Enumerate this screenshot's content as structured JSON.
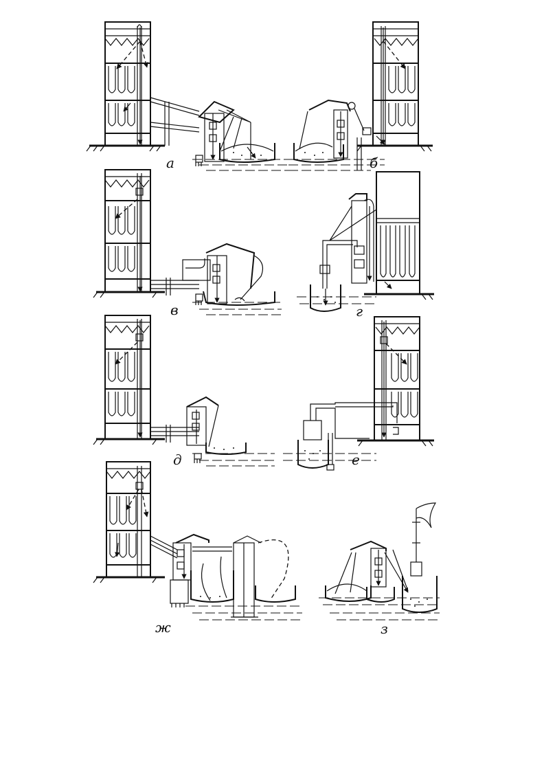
{
  "panels": [
    {
      "id": "a",
      "label": "а"
    },
    {
      "id": "b",
      "label": "б"
    },
    {
      "id": "v",
      "label": "в"
    },
    {
      "id": "g",
      "label": "г"
    },
    {
      "id": "d",
      "label": "д"
    },
    {
      "id": "e",
      "label": "е"
    },
    {
      "id": "zh",
      "label": "ж"
    },
    {
      "id": "z",
      "label": "з"
    }
  ],
  "colors": {
    "ink": "#111111",
    "paper": "#ffffff"
  }
}
